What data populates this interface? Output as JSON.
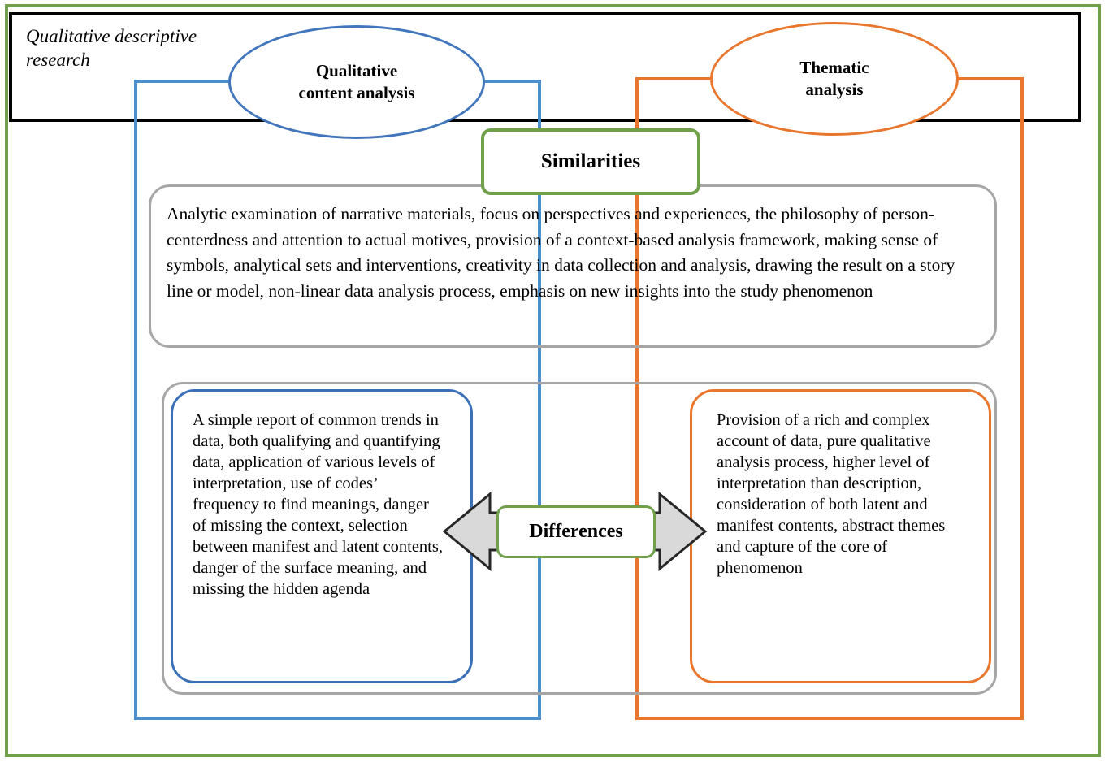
{
  "diagram": {
    "root_label": "Qualitative descriptive\nresearch",
    "colors": {
      "frame_green": "#70A04A",
      "black": "#000000",
      "qca_blue": "#4175BC",
      "connector_blue": "#4A8FCB",
      "diff_blue": "#3B6FB6",
      "ta_orange": "#E8762C",
      "gray": "#A6A6A6",
      "arrow_fill": "#D9D9D9"
    },
    "nodes": {
      "qualitative_content_analysis": "Qualitative\ncontent analysis",
      "thematic_analysis": "Thematic\nanalysis"
    },
    "similarities": {
      "header": "Similarities",
      "body": "Analytic examination of narrative materials, focus on perspectives and experiences, the philosophy of person-centerdness and attention to actual motives, provision of a context-based analysis framework, making sense of symbols, analytical sets and interventions, creativity in data collection and analysis, drawing the result on a story line or model, non-linear data analysis process, emphasis on new insights into the study phenomenon"
    },
    "differences": {
      "header": "Differences",
      "left_body": "A simple report of common trends in data, both qualifying and quantifying data, application of various levels of interpretation, use of codes’ frequency to find meanings, danger of missing the context, selection between manifest and latent contents, danger of the surface meaning, and missing the hidden agenda",
      "right_body": "Provision of a rich and complex account of data, pure qualitative analysis process, higher level of interpretation than description, consideration of both latent and manifest contents, abstract themes and capture of the core of phenomenon"
    }
  }
}
